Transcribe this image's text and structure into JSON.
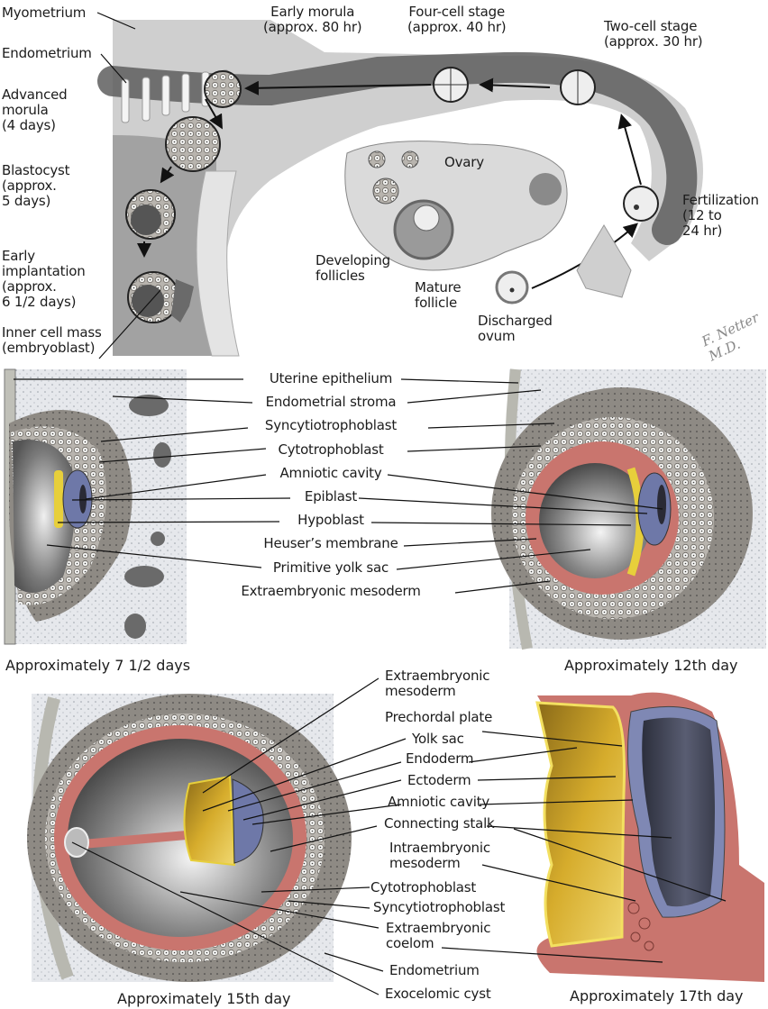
{
  "top_panel": {
    "labels": {
      "myometrium": "Myometrium",
      "endometrium": "Endometrium",
      "advanced_morula": [
        "Advanced",
        "morula",
        "(4 days)"
      ],
      "blastocyst": [
        "Blastocyst",
        "(approx.",
        "5 days)"
      ],
      "early_implantation": [
        "Early",
        "implantation",
        "(approx.",
        "6 1/2 days)"
      ],
      "inner_cell_mass": [
        "Inner cell mass",
        "(embryoblast)"
      ],
      "early_morula": [
        "Early morula",
        "(approx. 80 hr)"
      ],
      "four_cell": [
        "Four-cell stage",
        "(approx. 40 hr)"
      ],
      "two_cell": [
        "Two-cell stage",
        "(approx. 30 hr)"
      ],
      "fertilization": [
        "Fertilization",
        "(12 to",
        "24 hr)"
      ],
      "ovary": "Ovary",
      "developing_follicles": [
        "Developing",
        "follicles"
      ],
      "mature_follicle": [
        "Mature",
        "follicle"
      ],
      "discharged_ovum": [
        "Discharged",
        "ovum"
      ]
    },
    "signature": "F. Netter M.D."
  },
  "middle_panel": {
    "labels": [
      "Uterine epithelium",
      "Endometrial stroma",
      "Syncytiotrophoblast",
      "Cytotrophoblast",
      "Amniotic cavity",
      "Epiblast",
      "Hypoblast",
      "Heuser’s membrane",
      "Primitive yolk sac",
      "Extraembryonic mesoderm"
    ],
    "caption_left": "Approximately 7 1/2 days",
    "caption_right": "Approximately 12th day"
  },
  "bottom_panel": {
    "labels": {
      "extraembryonic_mesoderm": [
        "Extraembryonic",
        "mesoderm"
      ],
      "prechordal_plate": "Prechordal plate",
      "yolk_sac": "Yolk sac",
      "endoderm": "Endoderm",
      "ectoderm": "Ectoderm",
      "amniotic_cavity": "Amniotic cavity",
      "connecting_stalk": "Connecting stalk",
      "intraembryonic_mesoderm": [
        "Intraembryonic",
        "mesoderm"
      ],
      "cytotrophoblast": "Cytotrophoblast",
      "syncytiotrophoblast": "Syncytiotrophoblast",
      "extraembryonic_coelom": [
        "Extraembryonic",
        "coelom"
      ],
      "endometrium": "Endometrium",
      "exocelomic_cyst": "Exocelomic cyst"
    },
    "caption_left": "Approximately 15th day",
    "caption_right": "Approximately 17th day"
  },
  "colors": {
    "tissue_gray": "#c9c9c9",
    "lumen_dark": "#6e6e6e",
    "stroma": "#e4e6ea",
    "syncytio": "#8f8a84",
    "mesoderm_pink": "#c9756e",
    "epiblast_blue": "#6e78a8",
    "hypoblast_yellow": "#e7cf3b",
    "yolk_gold": "#c8a028"
  }
}
